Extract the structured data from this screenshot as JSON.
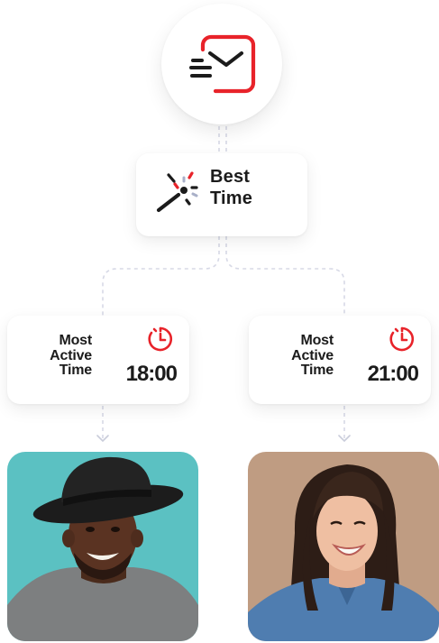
{
  "best_time": {
    "line1": "Best",
    "line2": "Time"
  },
  "time_cards": [
    {
      "label_line1": "Most",
      "label_line2": "Active",
      "label_line3": "Time",
      "time": "18:00"
    },
    {
      "label_line1": "Most",
      "label_line2": "Active",
      "label_line3": "Time",
      "time": "21:00"
    }
  ],
  "icons": {
    "top": "send-mail-icon",
    "best_time": "magic-wand-icon",
    "card": "timer-clock-icon"
  },
  "colors": {
    "accent": "#e8232a",
    "text": "#1b1b1b",
    "connector": "#d7d9e6",
    "photo_left_bg": "#5bc1c2",
    "photo_right_bg": "#bf9c82"
  }
}
